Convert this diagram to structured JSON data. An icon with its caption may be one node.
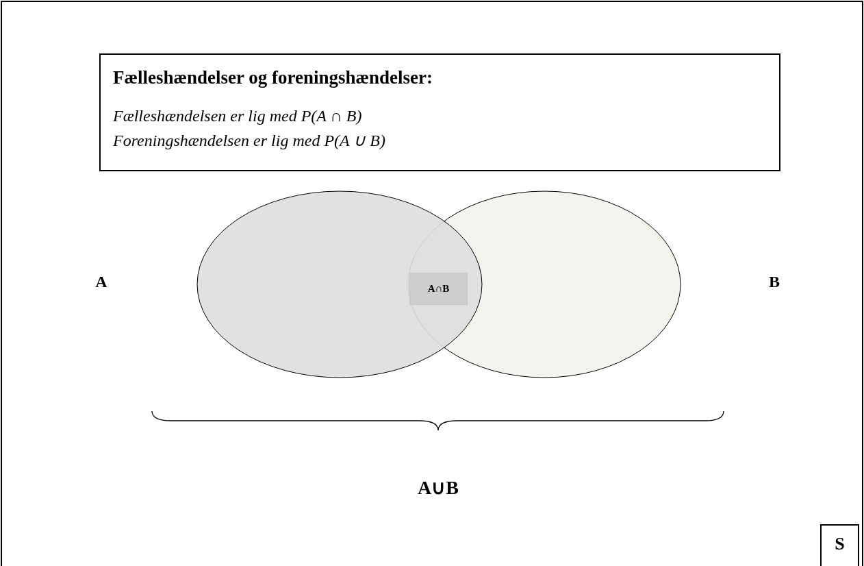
{
  "diagram": {
    "nodes": [
      {
        "text": [
          "Fælleshændelser og foreningshændelser:",
          "Fælleshændelsen er lig med P(A ∩ B)",
          "Foreningshændelsen er lig med P(A ∪ B)"
        ]
      },
      {
        "text": [],
        "shape": "ellipse"
      },
      {
        "text": [],
        "shape": "ellipse"
      },
      {
        "text": [
          "A∩B"
        ]
      },
      {
        "text": [
          "S"
        ]
      }
    ],
    "edges": [],
    "labels": [
      "A",
      "B",
      "A∪B"
    ]
  }
}
